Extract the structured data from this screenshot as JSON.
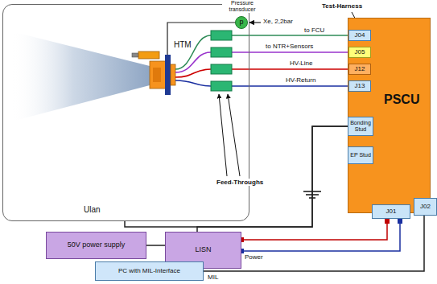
{
  "diagram": {
    "nodes": [
      {
        "text": [
          "Ulan"
        ]
      },
      {
        "text": [
          "p"
        ],
        "in": 0
      },
      {
        "text": [
          "PSCU"
        ]
      },
      {
        "text": [
          "J04"
        ],
        "in": 2
      },
      {
        "text": [
          "J05"
        ],
        "in": 2
      },
      {
        "text": [
          "J12"
        ],
        "in": 2
      },
      {
        "text": [
          "J13"
        ],
        "in": 2
      },
      {
        "text": [
          "Bonding Stud"
        ],
        "in": 2
      },
      {
        "text": [
          "EP Stud"
        ],
        "in": 2
      },
      {
        "text": [
          "J01"
        ],
        "in": 2
      },
      {
        "text": [
          "J02"
        ],
        "in": 2
      },
      {
        "text": [
          "50V power supply"
        ]
      },
      {
        "text": [
          "LISN"
        ]
      },
      {
        "text": [
          "PC with MIL-Interface"
        ]
      }
    ],
    "edges": [
      {
        "from": 11,
        "to": 12,
        "arrow": "none"
      },
      {
        "from": 12,
        "to": 9,
        "label": "Power",
        "arrow": "none"
      },
      {
        "from": 13,
        "to": 10,
        "label": "MIL",
        "arrow": "none"
      },
      {
        "from": 0,
        "to": 7,
        "arrow": "none"
      },
      {
        "from": 12,
        "to": 7,
        "arrow": "none"
      }
    ],
    "labels": [
      "HTM",
      "Pressure transducer",
      "Xe, 2,2bar",
      "Test-Harness",
      "to FCU",
      "to NTR+Sensors",
      "HV-Line",
      "HV-Return",
      "Feed-Throughs"
    ]
  }
}
